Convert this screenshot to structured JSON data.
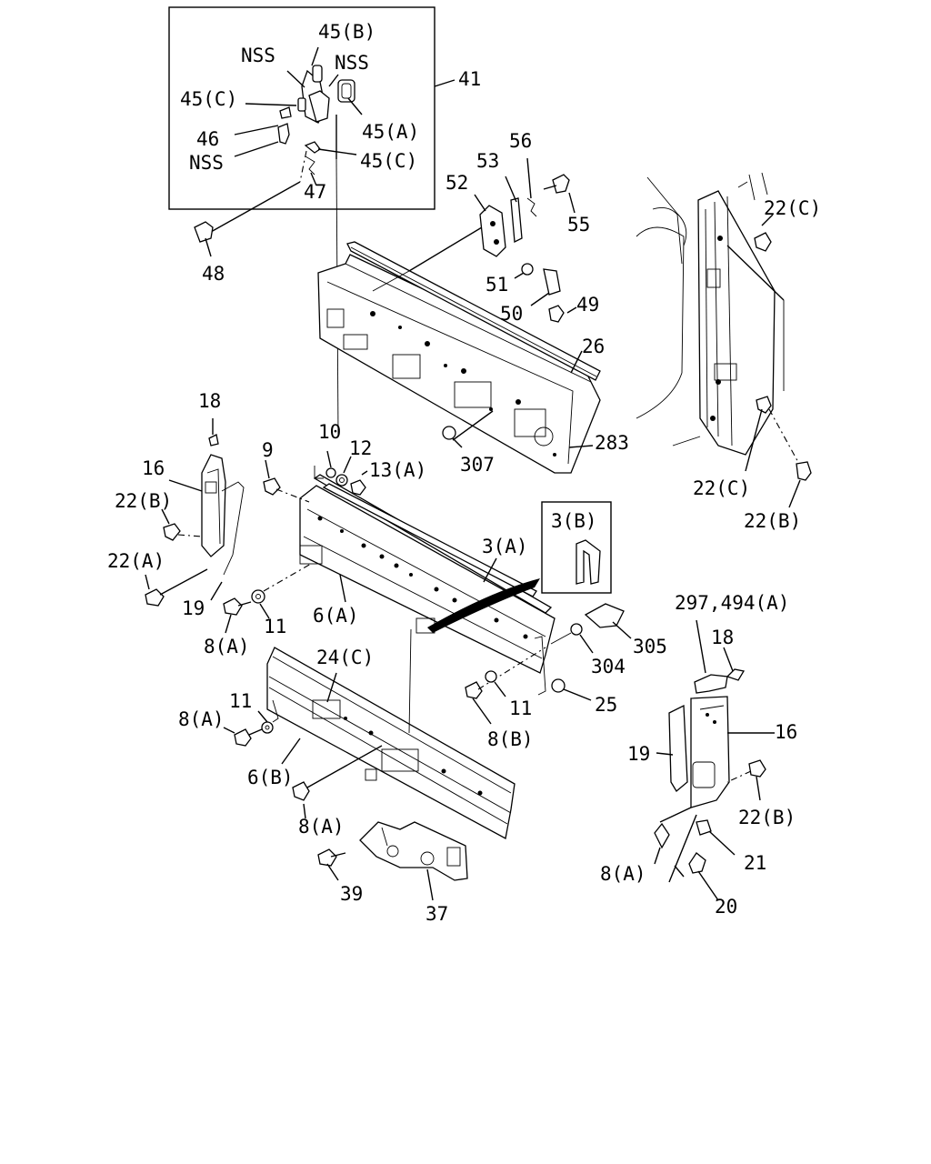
{
  "diagram": {
    "callouts": {
      "c45b": "45(B)",
      "nss1": "NSS",
      "nss2": "NSS",
      "c41": "41",
      "c45c_1": "45(C)",
      "c45a": "45(A)",
      "c46": "46",
      "nss3": "NSS",
      "c45c_2": "45(C)",
      "c47": "47",
      "c48": "48",
      "c56": "56",
      "c53": "53",
      "c52": "52",
      "c55": "55",
      "c51": "51",
      "c50": "50",
      "c49": "49",
      "c26": "26",
      "c283": "283",
      "c307": "307",
      "c22c_1": "22(C)",
      "c22c_2": "22(C)",
      "c22b_r": "22(B)",
      "c18_l": "18",
      "c16_l": "16",
      "c22b_l": "22(B)",
      "c22a": "22(A)",
      "c19_l": "19",
      "c9": "9",
      "c10": "10",
      "c12": "12",
      "c13a": "13(A)",
      "c3b": "3(B)",
      "c3a": "3(A)",
      "c6a": "6(A)",
      "c8a_1": "8(A)",
      "c11_1": "11",
      "c24c": "24(C)",
      "c11_2": "11",
      "c8a_2": "8(A)",
      "c6b": "6(B)",
      "c8a_3": "8(A)",
      "c39": "39",
      "c37": "37",
      "c11_3": "11",
      "c8b": "8(B)",
      "c25": "25",
      "c304": "304",
      "c305": "305",
      "c297": "297,494(A)",
      "c18_r": "18",
      "c16_r": "16",
      "c19_r": "19",
      "c22b_r2": "22(B)",
      "c8a_4": "8(A)",
      "c21": "21",
      "c20": "20"
    }
  }
}
